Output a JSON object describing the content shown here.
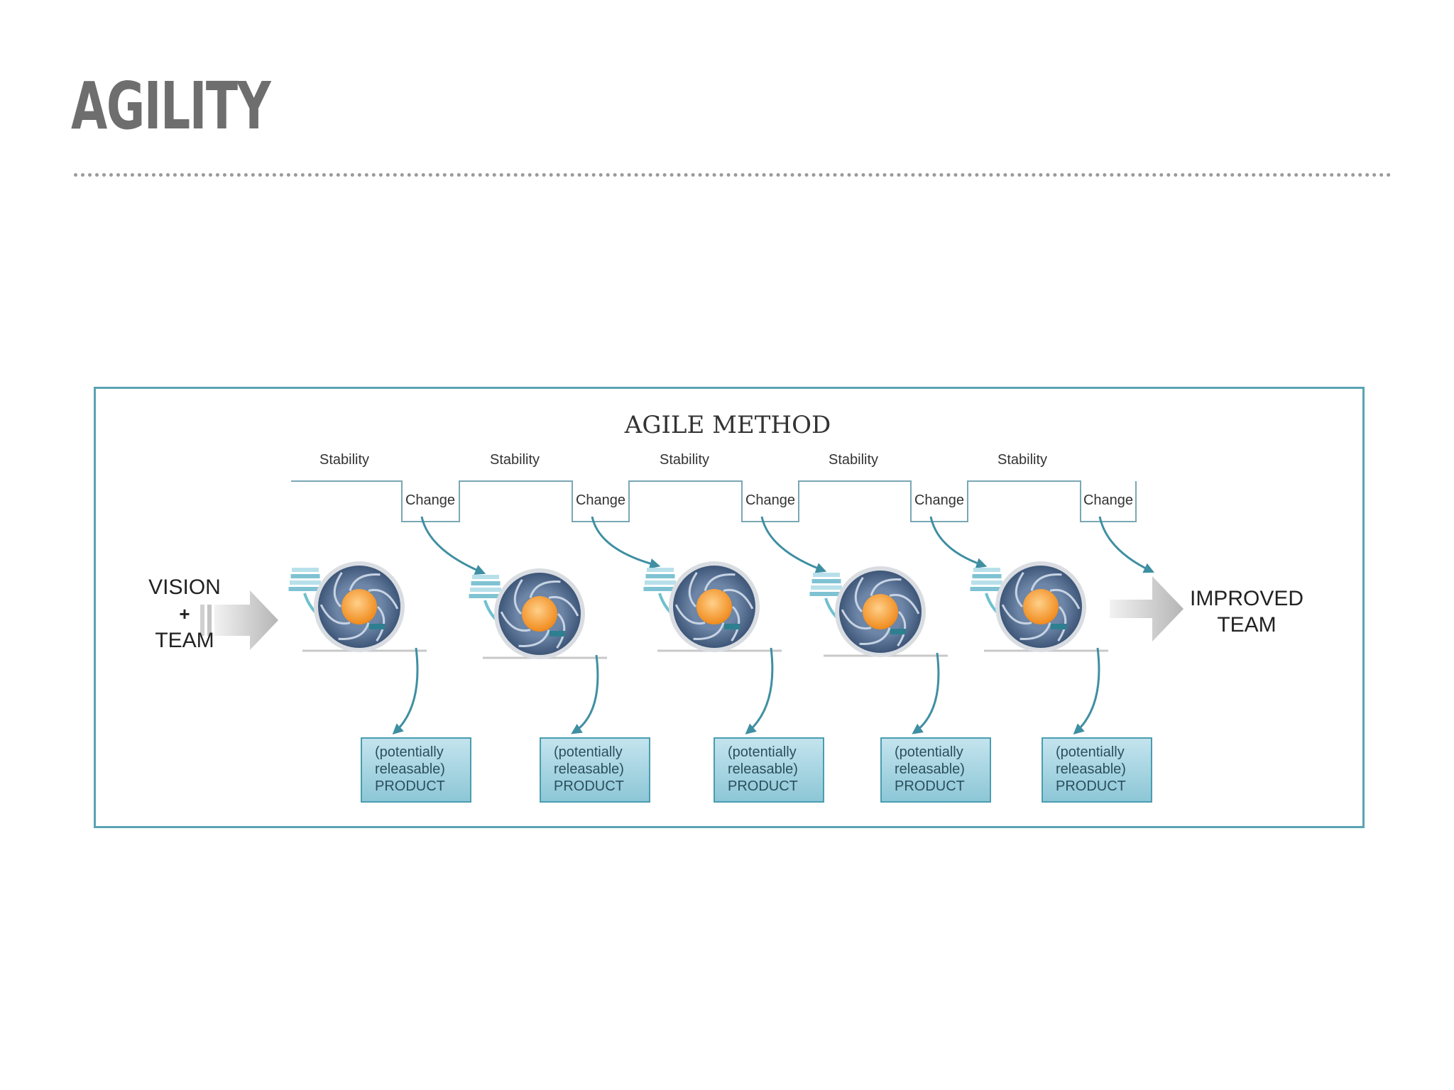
{
  "slide": {
    "title": "AGILITY"
  },
  "diagram": {
    "title": "AGILE METHOD",
    "input_label": {
      "line1": "VISION",
      "plus": "+",
      "line2": "TEAM"
    },
    "output_label": {
      "line1": "IMPROVED",
      "line2": "TEAM"
    },
    "cycles": [
      {
        "stability": "Stability",
        "change": "Change",
        "product": [
          "(potentially",
          "releasable)",
          "PRODUCT"
        ]
      },
      {
        "stability": "Stability",
        "change": "Change",
        "product": [
          "(potentially",
          "releasable)",
          "PRODUCT"
        ]
      },
      {
        "stability": "Stability",
        "change": "Change",
        "product": [
          "(potentially",
          "releasable)",
          "PRODUCT"
        ]
      },
      {
        "stability": "Stability",
        "change": "Change",
        "product": [
          "(potentially",
          "releasable)",
          "PRODUCT"
        ]
      },
      {
        "stability": "Stability",
        "change": "Change",
        "product": [
          "(potentially",
          "releasable)",
          "PRODUCT"
        ]
      }
    ],
    "colors": {
      "accent": "#5aa3b3",
      "arrow_teal": "#3f8fa2",
      "product_fill": "#9fd0de",
      "gear_blue": "#4a6488",
      "gear_core": "#f5a23a",
      "title_gray": "#6e6e6e"
    }
  }
}
